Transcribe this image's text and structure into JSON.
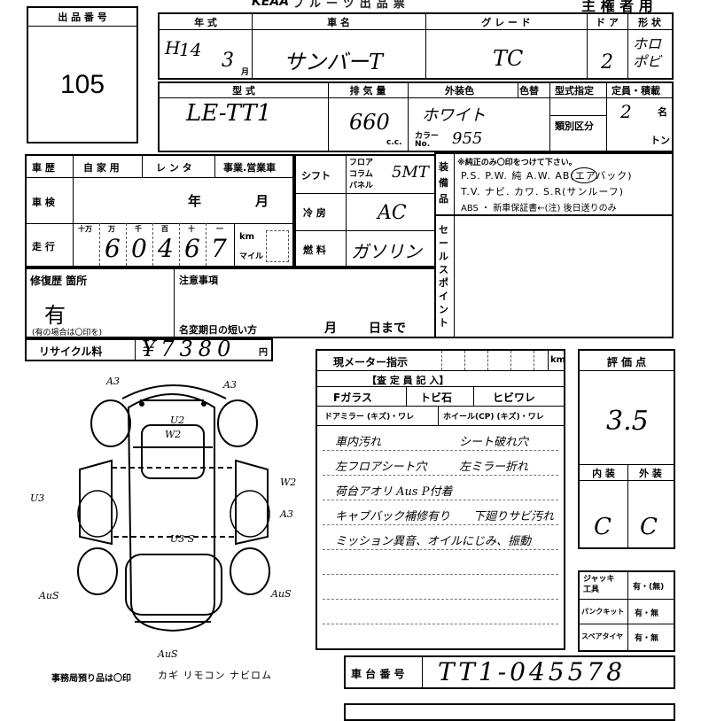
{
  "lot": {
    "label": "出 品 番 号",
    "number": "105"
  },
  "header": {
    "logo": "KEAA",
    "title": "フルーツ出品票",
    "owner_type": "主 権 者 用"
  },
  "year": {
    "label": "年 式",
    "era": "H",
    "year": "14",
    "month": "3",
    "month_suffix": "月"
  },
  "car_name": {
    "label": "車 名",
    "value": "サンバーT"
  },
  "grade": {
    "label": "グ レ ー ド",
    "value": "TC"
  },
  "doors": {
    "label": "ド ア",
    "value": "2"
  },
  "body_type": {
    "label": "形 状",
    "value": "ホロ ポビ"
  },
  "model": {
    "label": "型 式",
    "value": "LE-TT1"
  },
  "displacement": {
    "label": "排 気 量",
    "value": "660",
    "unit": "c.c."
  },
  "exterior_color": {
    "label": "外装色",
    "value": "ホワイト",
    "color_no_label": "カラー No.",
    "color_no": "955"
  },
  "color_change": {
    "label": "色替"
  },
  "type_designation": {
    "label": "型式指定"
  },
  "category_no": {
    "label": "類別区分"
  },
  "capacity": {
    "label": "定員・積載",
    "persons": "2",
    "persons_unit": "名",
    "load_unit": "トン"
  },
  "history": {
    "label": "車 歴",
    "opt1": "自 家 用",
    "opt2": "レ ン タ",
    "opt3": "事業.営業車"
  },
  "inspection": {
    "label": "車 検",
    "year_label": "年",
    "month_label": "月"
  },
  "mileage": {
    "label": "走 行",
    "places": [
      "十万",
      "万",
      "千",
      "百",
      "十",
      "一"
    ],
    "digits": [
      "",
      "6",
      "0",
      "4",
      "6",
      "7"
    ],
    "unit_km": "km",
    "unit_mile": "マイル"
  },
  "shift": {
    "label": "シフト",
    "opts": [
      "フロア",
      "コラム",
      "パネル"
    ],
    "value": "5MT"
  },
  "aircon": {
    "label": "冷 房",
    "value": "AC"
  },
  "fuel": {
    "label": "燃 料",
    "value": "ガソリン"
  },
  "equipment": {
    "label": "装備品",
    "note": "※純正のみ〇印をつけて下さい。",
    "line1": "P.S. P.W. 純 A.W. AB(エアバック)",
    "line2": "T.V. ナビ. カワ. S.R(サンルーフ)",
    "line3": "ABS ・ 新車保証書←(注) 後日送りのみ"
  },
  "sale_point": {
    "label": "セールスポイント"
  },
  "repair": {
    "label": "修復歴 箇所",
    "value": "有",
    "note": "(有の場合は〇印を)"
  },
  "notes": {
    "label": "注意事項",
    "name_change": "名変期日の短い方",
    "month": "月",
    "day": "日まで"
  },
  "recycle": {
    "label": "リサイクル料",
    "value": "¥7380",
    "unit": "円"
  },
  "meter": {
    "label": "現メーター指示",
    "unit": "km"
  },
  "inspector": {
    "title": "【査 定 員 記 入】",
    "glass_label": "Fガラス",
    "chip": "トビ石",
    "crack": "ヒビワレ",
    "mirror": "ドアミラー (キズ)・ワレ",
    "wheel": "ホイール(CP) (キズ)・ワレ",
    "comments": [
      "車内汚れ",
      "シート破れ穴",
      "左フロアシート穴",
      "左ミラー折れ",
      "荷台アオリ Aus P付着",
      "キャブバック補修有り",
      "下廻りサビ汚れ",
      "ミッション異音、オイルにじみ、振動"
    ]
  },
  "rating": {
    "label": "評 価 点",
    "value": "3.5",
    "interior_label": "内 装",
    "exterior_label": "外 装",
    "interior": "C",
    "exterior": "C"
  },
  "extras": {
    "jack_label": "ジャッキ 工具",
    "jack_value": "有・(無)",
    "puncture_label": "パンクキット",
    "puncture_value": "有・無",
    "spare_label": "スペアタイヤ",
    "spare_value": "有・無"
  },
  "chassis": {
    "label": "車 台 番 号",
    "value": "TT1-045578"
  },
  "office_items": {
    "label": "事務局預り品は〇印",
    "items": "カギ リモコン ナビロム"
  },
  "damage_marks": [
    "A3",
    "A3",
    "U2",
    "W2",
    "U3",
    "W2",
    "A3",
    "U3 S",
    "AuS",
    "AuS",
    "AuS"
  ]
}
